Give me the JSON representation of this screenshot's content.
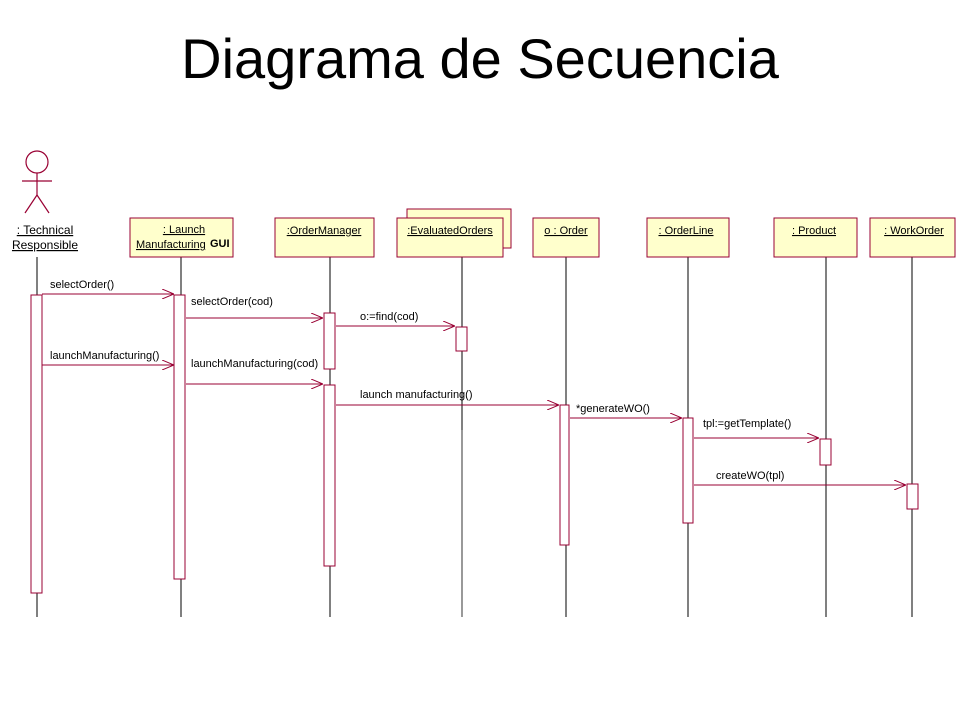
{
  "title": "Diagrama de Secuencia",
  "actor": {
    "name_line1": ": Technical",
    "name_line2": "Responsible",
    "icon": "stick-figure-icon"
  },
  "objects": [
    {
      "id": "launch-gui",
      "name_line1": ": Launch",
      "name_line2": "Manufacturing",
      "stereotype": "GUI"
    },
    {
      "id": "order-manager",
      "name": ":OrderManager"
    },
    {
      "id": "evaluated-orders",
      "name": ":EvaluatedOrders",
      "multiobject": true
    },
    {
      "id": "order",
      "name": "o : Order"
    },
    {
      "id": "order-line",
      "name": ": OrderLine"
    },
    {
      "id": "product",
      "name": ": Product"
    },
    {
      "id": "work-order",
      "name": ": WorkOrder"
    }
  ],
  "messages": [
    {
      "label": "selectOrder()",
      "from": "actor",
      "to": "launch-gui"
    },
    {
      "label": "selectOrder(cod)",
      "from": "launch-gui",
      "to": "order-manager"
    },
    {
      "label": "o:=find(cod)",
      "from": "order-manager",
      "to": "evaluated-orders"
    },
    {
      "label": "launchManufacturing()",
      "from": "actor",
      "to": "launch-gui"
    },
    {
      "label": "launchManufacturing(cod)",
      "from": "launch-gui",
      "to": "order-manager"
    },
    {
      "label": "launch manufacturing()",
      "from": "order-manager",
      "to": "order"
    },
    {
      "label": "*generateWO()",
      "from": "order",
      "to": "order-line"
    },
    {
      "label": "tpl:=getTemplate()",
      "from": "order-line",
      "to": "product"
    },
    {
      "label": "createWO(tpl)",
      "from": "order-line",
      "to": "work-order"
    }
  ],
  "colors": {
    "object_fill": "#ffffcc",
    "object_border": "#990033",
    "message_line": "#990033",
    "activation_border": "#990033",
    "lifeline": "#000000"
  }
}
